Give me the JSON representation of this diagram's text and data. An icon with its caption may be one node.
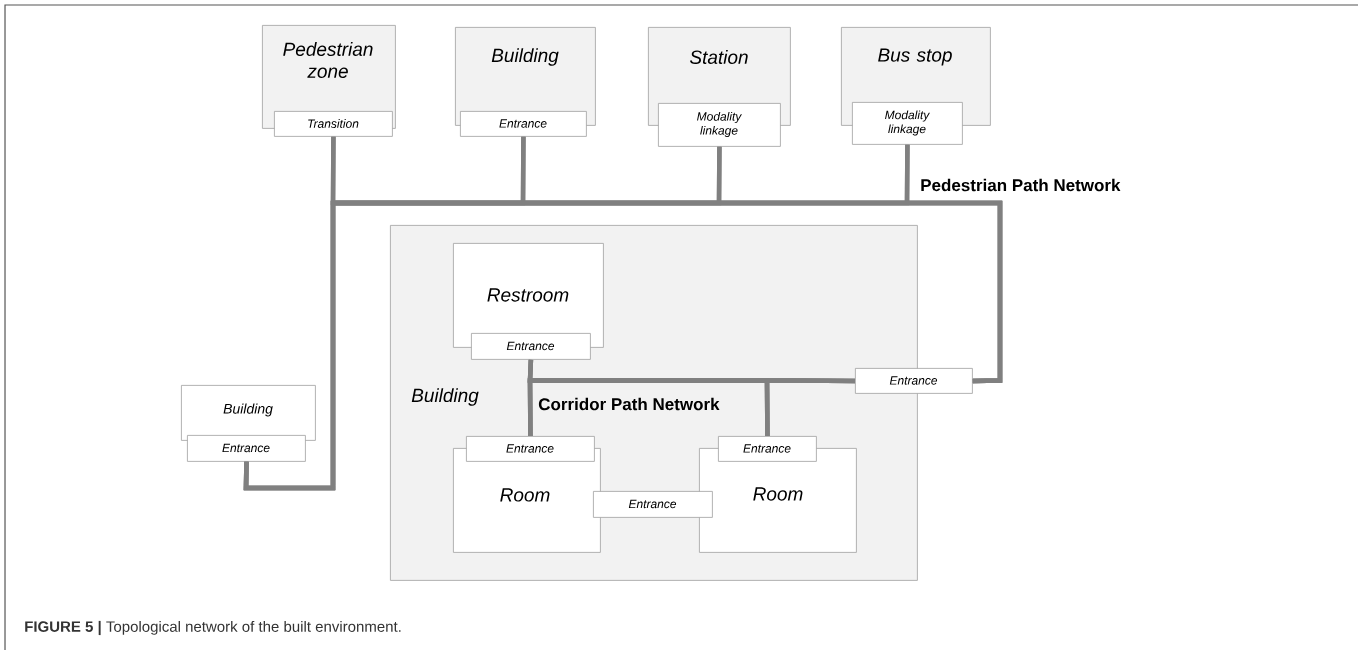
{
  "diagram": {
    "caption": "**FIGURE 5 |** Topological network of the built environment.",
    "nodes": [
      {
        "text": [
          "Pedestrian zone"
        ]
      },
      {
        "text": [
          "Transition"
        ]
      },
      {
        "text": [
          "Building"
        ]
      },
      {
        "text": [
          "Entrance"
        ]
      },
      {
        "text": [
          "Station"
        ]
      },
      {
        "text": [
          "Modality linkage"
        ]
      },
      {
        "text": [
          "Bus stop"
        ]
      },
      {
        "text": [
          "Modality linkage"
        ]
      },
      {
        "text": [
          "Building"
        ]
      },
      {
        "text": [
          "Entrance"
        ]
      },
      {
        "text": [
          "Building"
        ]
      },
      {
        "text": [
          "Restroom"
        ],
        "in": 10
      },
      {
        "text": [
          "Entrance"
        ],
        "in": 10
      },
      {
        "text": [
          "Entrance"
        ]
      },
      {
        "text": [
          "Room"
        ],
        "in": 10
      },
      {
        "text": [
          "Entrance"
        ],
        "in": 10
      },
      {
        "text": [
          "Room"
        ],
        "in": 10
      },
      {
        "text": [
          "Entrance"
        ],
        "in": 10
      },
      {
        "text": [
          "Entrance"
        ],
        "in": 10
      }
    ],
    "edges": [
      {
        "from": 1,
        "to": 9,
        "arrow": "none"
      },
      {
        "from": 1,
        "to": 13,
        "arrow": "none"
      },
      {
        "from": 3,
        "to": 9,
        "arrow": "none"
      },
      {
        "from": 3,
        "to": 13,
        "arrow": "none"
      },
      {
        "from": 5,
        "to": 9,
        "arrow": "none"
      },
      {
        "from": 5,
        "to": 13,
        "arrow": "none"
      },
      {
        "from": 7,
        "to": 9,
        "arrow": "none"
      },
      {
        "from": 7,
        "to": 13,
        "arrow": "none"
      },
      {
        "from": 12,
        "to": 15,
        "arrow": "none"
      },
      {
        "from": 12,
        "to": 13,
        "arrow": "none"
      },
      {
        "from": 12,
        "to": 17,
        "arrow": "none"
      },
      {
        "from": 15,
        "to": 13,
        "arrow": "none"
      },
      {
        "from": 15,
        "to": 17,
        "arrow": "none"
      },
      {
        "from": 17,
        "to": 13,
        "arrow": "none"
      }
    ],
    "labels": [
      "Pedestrian Path Network",
      "Corridor Path Network"
    ]
  }
}
